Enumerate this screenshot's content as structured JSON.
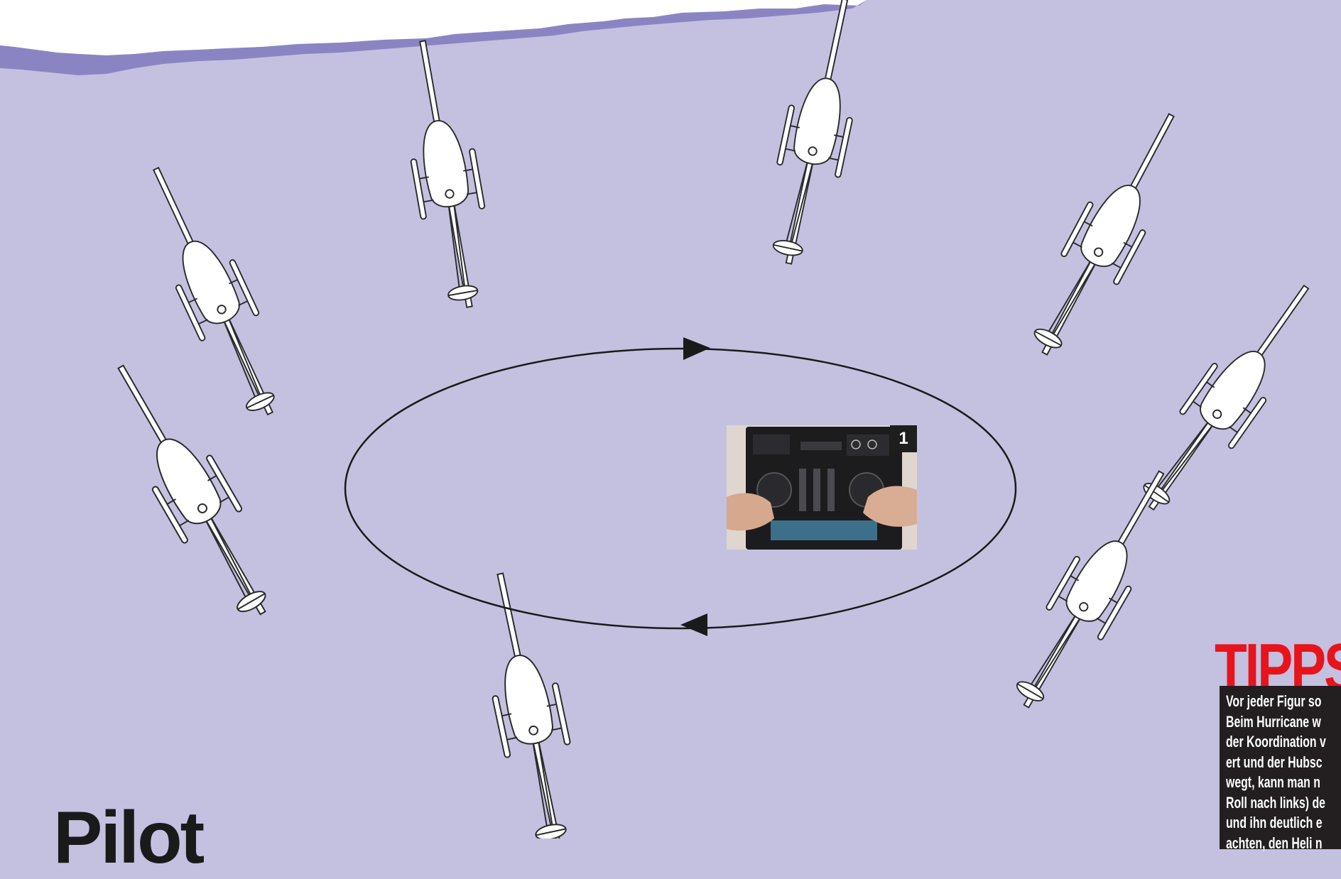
{
  "figure": {
    "photo_number": "1",
    "colors": {
      "background": "#c4c0e0",
      "torn_edge": "#8a85c2",
      "outline": "#2a2a2a",
      "tipps_red": "#e8141c",
      "tipps_box": "#231f20"
    },
    "icons": [
      "helicopter-icon",
      "transmitter-photo",
      "arrow-right-icon",
      "arrow-left-icon"
    ]
  },
  "tipps": {
    "title": "TIPPS",
    "lines": [
      "Vor jeder Figur so",
      "Beim Hurricane w",
      "der Koordination v",
      "ert und der Hubsc",
      "wegt, kann man n",
      "Roll nach links) de",
      "und ihn deutlich e",
      "achten, den Heli n"
    ]
  },
  "heading": {
    "pilot": "Pilot"
  }
}
